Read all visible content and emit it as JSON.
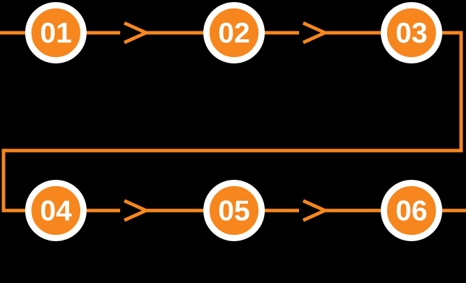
{
  "diagram": {
    "steps": [
      {
        "label": "01"
      },
      {
        "label": "02"
      },
      {
        "label": "03"
      },
      {
        "label": "04"
      },
      {
        "label": "05"
      },
      {
        "label": "06"
      }
    ]
  },
  "icons": {
    "arrow": "chevron-right-icon"
  },
  "theme": {
    "accent": "#F6861D",
    "node-fill": "#F6861D",
    "node-ring": "#FFFFFF",
    "node-text": "#FFFFFF",
    "background": "#000000"
  }
}
